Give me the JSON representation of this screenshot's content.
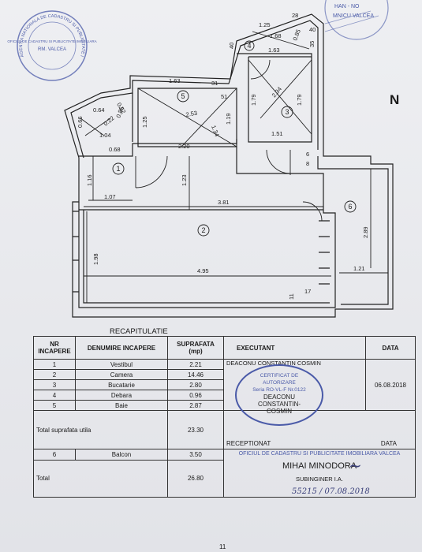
{
  "plan": {
    "north_label": "N",
    "room_numbers": [
      "1",
      "2",
      "3",
      "4",
      "5",
      "6"
    ],
    "dims": {
      "d064": "0.64",
      "d052": "0.52",
      "d066": "0.66",
      "d022": "0.22",
      "d085": "0.85",
      "d104": "1.04",
      "d068": "0.68",
      "d125a": "1.25",
      "d163a": "1.63",
      "d031": "31",
      "d051": "51",
      "d253": "2.53",
      "d134": "1.34",
      "d119": "1.19",
      "d220": "2.20",
      "d116": "1.16",
      "d107": "1.07",
      "d123": "1.23",
      "d381": "3.81",
      "d040": "40",
      "d125b": "1.25",
      "d028": "28",
      "d168": "1.68",
      "d085b": "0.85",
      "d040b": "40",
      "d163b": "1.63",
      "d035": "35",
      "d179a": "1.79",
      "d234": "2.34",
      "d179b": "1.79",
      "d151": "1.51",
      "d006": "6",
      "d008": "8",
      "d289": "2.89",
      "d198": "1.98",
      "d495": "4.95",
      "d121": "1.21",
      "d011": "11",
      "d017": "17"
    }
  },
  "stamp_top": {
    "lines": [
      "AGENTIA NATIONALA DE CADASTRU SI PUBLICITATE IMOBILIARA VALCEA",
      "OFICIUL DE CADASTRU SI PUBLICITATE IMOBILIARA",
      "RM. VALCEA"
    ]
  },
  "stamp_top_right": {
    "text": "HAN - NO\nMNICU VALCEA"
  },
  "recap": {
    "title": "RECAPITULATIE",
    "headers": {
      "nr": "NR\nINCAPERE",
      "name": "DENUMIRE INCAPERE",
      "area": "SUPRAFATA\n(mp)",
      "exec": "EXECUTANT",
      "date": "DATA"
    },
    "rows": [
      {
        "nr": "1",
        "name": "Vestibul",
        "area": "2.21"
      },
      {
        "nr": "2",
        "name": "Camera",
        "area": "14.46"
      },
      {
        "nr": "3",
        "name": "Bucatarie",
        "area": "2.80"
      },
      {
        "nr": "4",
        "name": "Debara",
        "area": "0.96"
      },
      {
        "nr": "5",
        "name": "Baie",
        "area": "2.87"
      }
    ],
    "total_util_label": "Total suprafata utila",
    "total_util": "23.30",
    "balcon": {
      "nr": "6",
      "name": "Balcon",
      "area": "3.50"
    },
    "total_label": "Total",
    "total": "26.80",
    "executant_name": "DEACONU CONSTANTIN COSMIN",
    "date_exec": "06.08.2018",
    "cert": {
      "l1": "CERTIFICAT DE",
      "l2": "AUTORIZARE",
      "l3": "Seria RO-VL-F Nr.0122",
      "l4": "DEACONU",
      "l5": "CONSTANTIN-",
      "l6": "COSMIN"
    },
    "receptionat": "RECEPTIONAT",
    "date_recv": "DATA",
    "office": "OFICIUL DE CADASTRU SI PUBLICITATE IMOBILIARA VALCEA",
    "recv_name": "MIHAI MINODORA",
    "recv_title": "SUBINGINER I.A.",
    "handwritten": "55215 / 07.08.2018"
  },
  "footer_mark": "11"
}
